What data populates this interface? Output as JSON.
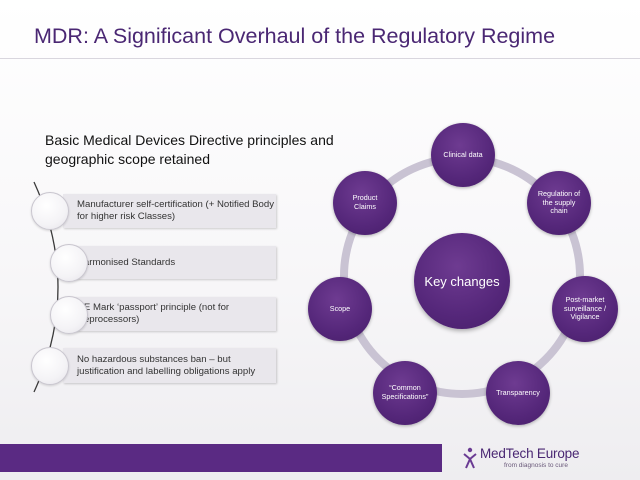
{
  "slide": {
    "title": "MDR: A Significant Overhaul of the Regulatory Regime",
    "subtitle": "Basic Medical Devices Directive principles and geographic scope retained"
  },
  "principles": [
    {
      "text": "Manufacturer self-certification (+ Notified Body for higher risk Classes)"
    },
    {
      "text": "Harmonised Standards"
    },
    {
      "text": "CE Mark ‘passport’ principle (not for Reprocessors)"
    },
    {
      "text": "No hazardous substances ban – but justification and labelling obligations apply"
    }
  ],
  "diagram": {
    "center": "Key changes",
    "nodes": [
      {
        "label": "Clinical data"
      },
      {
        "label": "Regulation of the supply chain"
      },
      {
        "label": "Post-market surveillance / Vigilance"
      },
      {
        "label": "Transparency"
      },
      {
        "label": "“Common Specifications”"
      },
      {
        "label": "Scope"
      },
      {
        "label": "Product Claims"
      }
    ]
  },
  "footer": {
    "logo_name": "MedTech Europe",
    "logo_tagline": "from diagnosis to cure",
    "bar_color": "#5a2a83"
  },
  "colors": {
    "accent": "#55277a",
    "title": "#4a2773",
    "ring": "#c9c3d3"
  }
}
